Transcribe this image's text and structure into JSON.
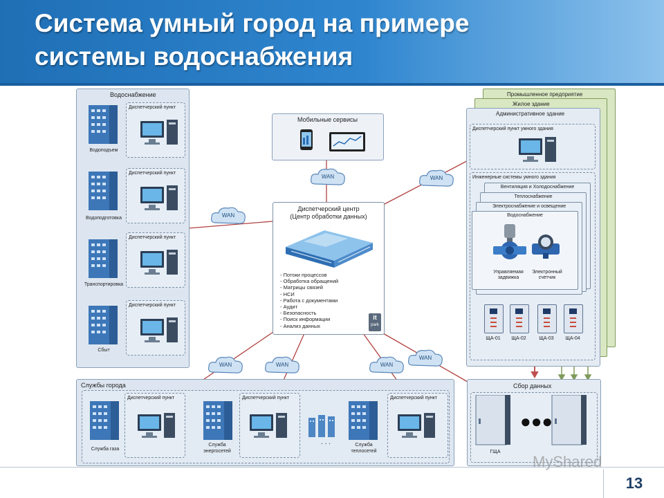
{
  "slide": {
    "title_line1": "Система умный город на примере",
    "title_line2": "системы водоснабжения",
    "page_number": "13",
    "watermark": "MyShared"
  },
  "water_supply": {
    "title": "Водоснабжение",
    "units": [
      {
        "building": "Водоподъем",
        "point": "Диспетчерский пункт"
      },
      {
        "building": "Водоподготовка",
        "point": "Диспетчерский пункт"
      },
      {
        "building": "Транспортировка",
        "point": "Диспетчерский пункт"
      },
      {
        "building": "Сбыт",
        "point": "Диспетчерский пункт"
      }
    ]
  },
  "mobile": {
    "title": "Мобильные сервисы"
  },
  "wan_label": "WAN",
  "center": {
    "title_line1": "Диспетчерский центр",
    "title_line2": "(Центр обработки данных)",
    "items": [
      "- Потоки процессов",
      "- Обработка обращений",
      "- Матрицы связей",
      "- НСИ",
      "- Работа с документами",
      "- Аудит",
      "- Безопасность",
      "- Поиск информации",
      "- Анализ данных"
    ],
    "logo_top": "it",
    "logo_bottom": "park"
  },
  "buildings": {
    "industrial": "Промышленное предприятие",
    "residential": "Жилое здание",
    "admin": "Административное здание",
    "smart_point": "Диспетчерский пункт умного здания",
    "eng_title": "Инженерные системы умного здания",
    "systems": [
      "Вентиляция и Холодоснабжение",
      "Теплоснабжение",
      "Электроснабжение и освещение",
      "Водоснабжение"
    ],
    "device1_line1": "Управляемая",
    "device1_line2": "задвижка",
    "device2_line1": "Электронный",
    "device2_line2": "счетчик",
    "cabinets": [
      "ЩА-01",
      "ЩА-02",
      "ЩА-03",
      "ЩА-04"
    ]
  },
  "city": {
    "title": "Службы города",
    "services": [
      {
        "point": "Диспетчерский пункт",
        "name_line1": "Служба газа",
        "name_line2": ""
      },
      {
        "point": "Диспетчерский пункт",
        "name_line1": "Служба",
        "name_line2": "энергосетей"
      },
      {
        "point": "Диспетчерский пункт",
        "name_line1": "Служба",
        "name_line2": "теплосетей"
      }
    ],
    "dots": ". . ."
  },
  "data_collection": {
    "title": "Сбор данных",
    "cabinet": "ГЩА"
  },
  "colors": {
    "header": "#2a7cc4",
    "panel": "#dde6f0",
    "green_panel": "#d9e8c2",
    "link": "#b0413e"
  }
}
